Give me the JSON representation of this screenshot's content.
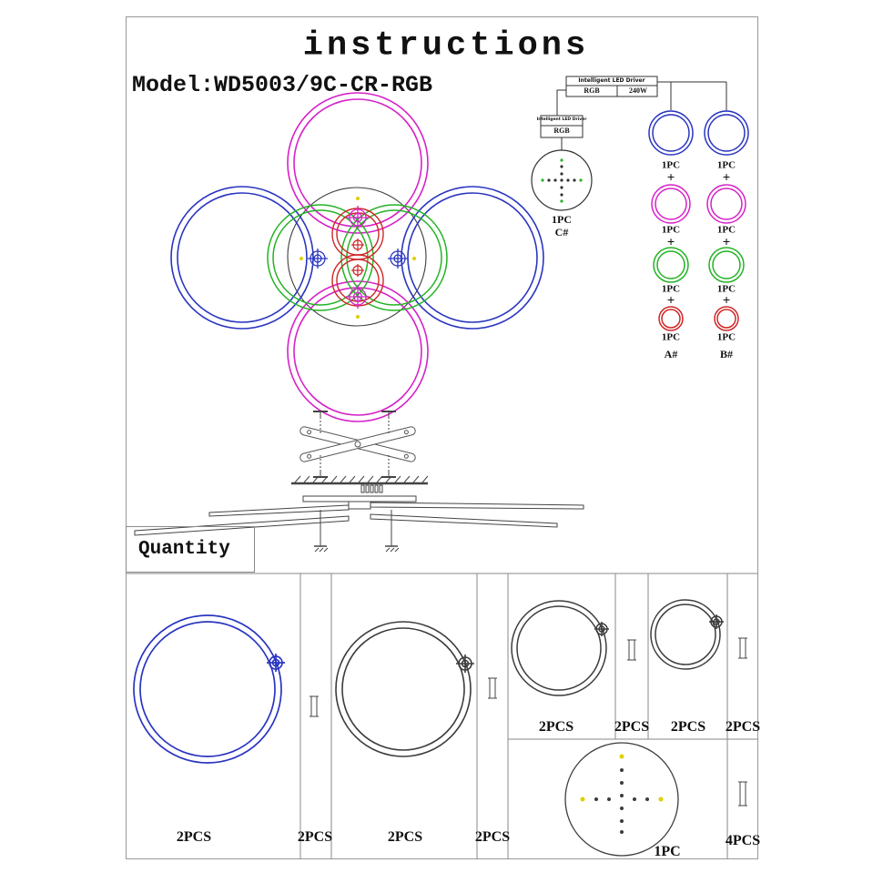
{
  "title": "instructions",
  "model": "Model:WD5003/9C-CR-RGB",
  "quantity_label": "Quantity",
  "colors": {
    "magenta": "#d622c8",
    "blue": "#2a35c0",
    "green": "#24b324",
    "red": "#cf2626",
    "yellow": "#ddd000"
  },
  "wiring": {
    "main_driver": {
      "title": "Intelligent LED Driver",
      "label_rgb": "RGB",
      "label_watt": "240W"
    },
    "sub_driver": {
      "title": "Intelligent LED Driver",
      "label_rgb": "RGB"
    },
    "plus": "+",
    "unit": "1PC",
    "module_c": {
      "qty": "1PC",
      "label": "C#"
    },
    "group_a_label": "A#",
    "group_b_label": "B#"
  },
  "parts": [
    {
      "item": "large-blue-ring",
      "qty": "2PCS"
    },
    {
      "item": "connector-rod",
      "qty": "2PCS"
    },
    {
      "item": "large-black-ring",
      "qty": "2PCS"
    },
    {
      "item": "connector-rod",
      "qty": "2PCS"
    },
    {
      "item": "medium-ring",
      "qty": "2PCS"
    },
    {
      "item": "connector-rod",
      "qty": "2PCS"
    },
    {
      "item": "small-ring",
      "qty": "2PCS"
    },
    {
      "item": "connector-rod",
      "qty": "2PCS"
    },
    {
      "item": "center-panel",
      "qty": "1PC"
    },
    {
      "item": "connector-rod",
      "qty": "4PCS"
    }
  ]
}
